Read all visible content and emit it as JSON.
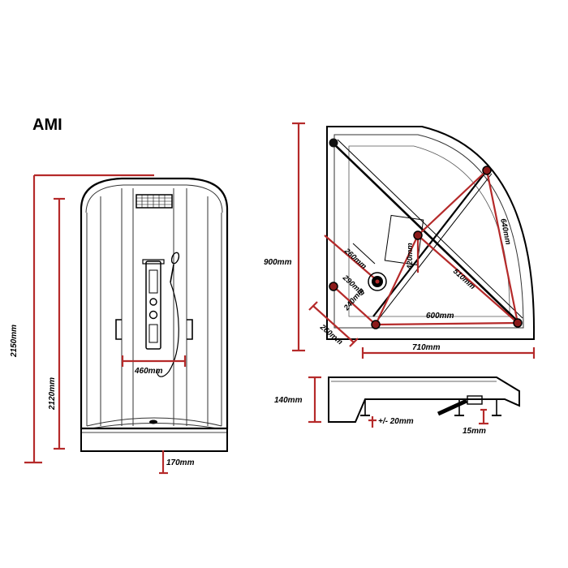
{
  "title": "AMI",
  "front_view": {
    "total_height": "2150mm",
    "glass_height": "2120mm",
    "door_width": "460mm",
    "tray_height": "170mm"
  },
  "top_view": {
    "depth": "900mm",
    "width": "710mm",
    "front_diagonal": "600mm",
    "curve_radius": "640mm",
    "inner_diagonal": "510mm",
    "short_vertical": "420mm",
    "drain_offset_a": "260mm",
    "drain_offset_b": "290mm",
    "corner_offset": "240mm",
    "corner_side": "260mm"
  },
  "side_view": {
    "tray_height": "140mm",
    "leg_adjust": "+/- 20mm",
    "waste_offset": "15mm"
  },
  "colors": {
    "dimension_line": "#b52a2a",
    "outline": "#000000"
  }
}
